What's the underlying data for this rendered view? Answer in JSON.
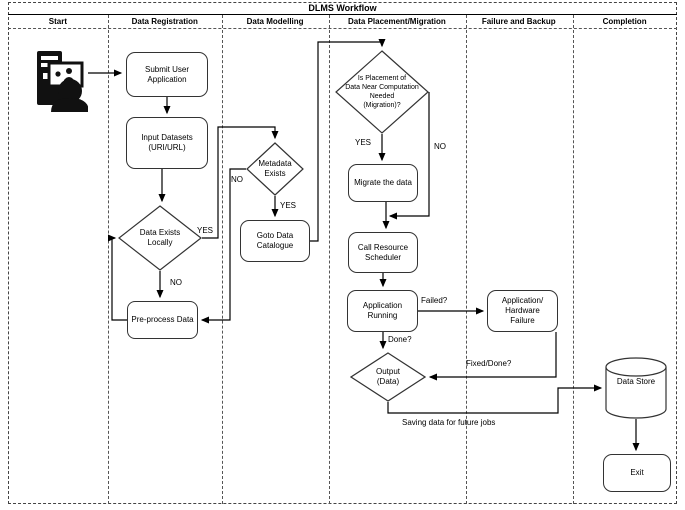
{
  "title": "DLMS Workflow",
  "lanes": [
    "Start",
    "Data Registration",
    "Data Modelling",
    "Data Placement/Migration",
    "Failure and Backup",
    "Completion"
  ],
  "nodes": {
    "submit": "Submit User\nApplication",
    "input_datasets": "Input Datasets\n(URI/URL)",
    "data_exists": "Data Exists\nLocally",
    "preprocess": "Pre-process Data",
    "metadata_exists": "Metadata\nExists",
    "goto_catalogue": "Goto Data\nCatalogue",
    "placement_decision": "Is Placement of\nData Near Computation\nNeeded\n(Migration)?",
    "migrate": "Migrate the data",
    "scheduler": "Call Resource\nScheduler",
    "app_running": "Application\nRunning",
    "output": "Output\n(Data)",
    "app_failure": "Application/\nHardware\nFailure",
    "data_store": "Data Store",
    "exit": "Exit"
  },
  "edge_labels": {
    "yes_data_exists": "YES",
    "no_data_exists": "NO",
    "no_metadata": "NO",
    "yes_metadata": "YES",
    "yes_placement": "YES",
    "no_placement": "NO",
    "failed": "Failed?",
    "done": "Done?",
    "fixed_done": "Fixed/Done?",
    "saving": "Saving data for future jobs"
  },
  "icons": {
    "user": "user-at-computer-icon",
    "data_store": "database-cylinder-icon"
  },
  "colors": {
    "stroke": "#000000",
    "node_border": "#333333",
    "background": "#ffffff"
  }
}
